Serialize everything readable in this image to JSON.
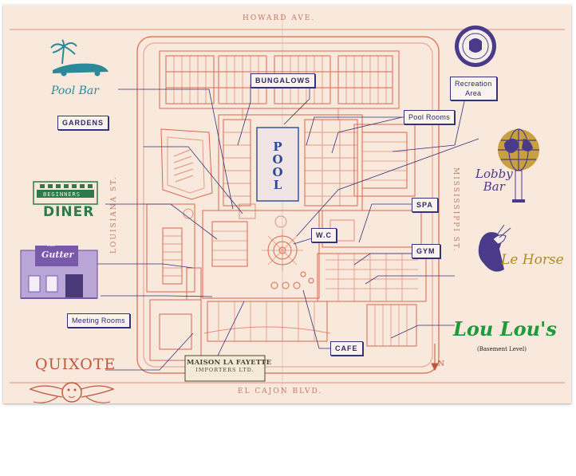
{
  "streets": {
    "north": "HOWARD AVE.",
    "south": "EL CAJON BLVD.",
    "west": "LOUISIANA ST.",
    "east": "MISSISSIPPI ST."
  },
  "labels": {
    "bungalows": "BUNGALOWS",
    "gardens": "GARDENS",
    "pool_rooms": "Pool Rooms",
    "recreation_1": "Recreation",
    "recreation_2": "Area",
    "spa": "SPA",
    "wc": "W.C",
    "gym": "GYM",
    "meeting_rooms": "Meeting Rooms",
    "cafe": "CAFE"
  },
  "pool_letters": [
    "P",
    "O",
    "O",
    "L"
  ],
  "logos": {
    "pool_bar": "Pool Bar",
    "diner_sign": "BEGINNERS",
    "diner": "DINER",
    "gutter_1": "The",
    "gutter_2": "Gutter",
    "lobby_1": "Lobby",
    "lobby_2": "Bar",
    "le_horse": "Le Horse",
    "lou_lous": "Lou Lou's",
    "lou_lous_note": "(Basement Level)",
    "quixote": "QUIXOTE",
    "maison_1": "MAISON LA FAYETTE",
    "maison_2": "IMPORTERS LTD."
  },
  "north_arrow": "N",
  "colors": {
    "background": "#f9e8dc",
    "plan_line": "#d9684e",
    "label_border": "#33337a",
    "pool": "#2a4a9a",
    "pool_bar_teal": "#2a8a9a",
    "diner_green": "#2e7a4a",
    "gutter_purple": "#7a5aa8",
    "lobby_purple": "#4a3a8a",
    "lou_green": "#1d9a3a",
    "quixote_red": "#c0563c",
    "le_horse_gold": "#b08a2a"
  }
}
